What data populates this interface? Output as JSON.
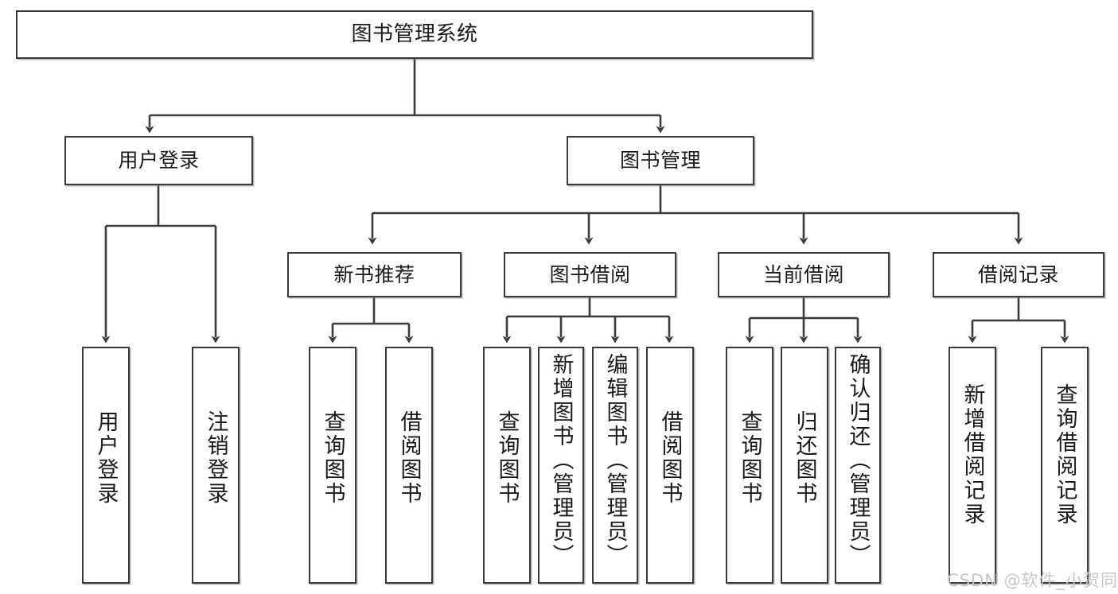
{
  "diagram": {
    "title": "图书管理系统",
    "type": "tree-hierarchy-diagram",
    "stroke_color": "#3b3b3b",
    "fill_color": "#ffffff",
    "text_color": "#1a1a1a"
  },
  "nodes": {
    "root": {
      "label": "图书管理系统"
    },
    "level2": [
      {
        "id": "user-login",
        "label": "用户登录"
      },
      {
        "id": "book-management",
        "label": "图书管理"
      }
    ],
    "level3": [
      {
        "id": "new-book-recommend",
        "label": "新书推荐"
      },
      {
        "id": "book-borrow",
        "label": "图书借阅"
      },
      {
        "id": "current-borrow",
        "label": "当前借阅"
      },
      {
        "id": "borrow-record",
        "label": "借阅记录"
      }
    ],
    "leaves": {
      "user_login": [
        {
          "id": "leaf-user-login",
          "label": "用户登录"
        },
        {
          "id": "leaf-logout-login",
          "label": "注销登录"
        }
      ],
      "new_book_recommend": [
        {
          "id": "leaf-query-book-1",
          "label": "查询图书"
        },
        {
          "id": "leaf-borrow-book-1",
          "label": "借阅图书"
        }
      ],
      "book_borrow": [
        {
          "id": "leaf-query-book-2",
          "label": "查询图书"
        },
        {
          "id": "leaf-add-book",
          "label": "新增图书（管理员）"
        },
        {
          "id": "leaf-edit-book",
          "label": "编辑图书（管理员）"
        },
        {
          "id": "leaf-borrow-book-2",
          "label": "借阅图书"
        }
      ],
      "current_borrow": [
        {
          "id": "leaf-query-book-3",
          "label": "查询图书"
        },
        {
          "id": "leaf-return-book",
          "label": "归还图书"
        },
        {
          "id": "leaf-confirm-return",
          "label": "确认归还（管理员）"
        }
      ],
      "borrow_record": [
        {
          "id": "leaf-add-record",
          "label": "新增借阅记录"
        },
        {
          "id": "leaf-query-record",
          "label": "查询借阅记录"
        }
      ]
    }
  },
  "watermark": {
    "text": "CSDN @软件_小贺同学"
  }
}
